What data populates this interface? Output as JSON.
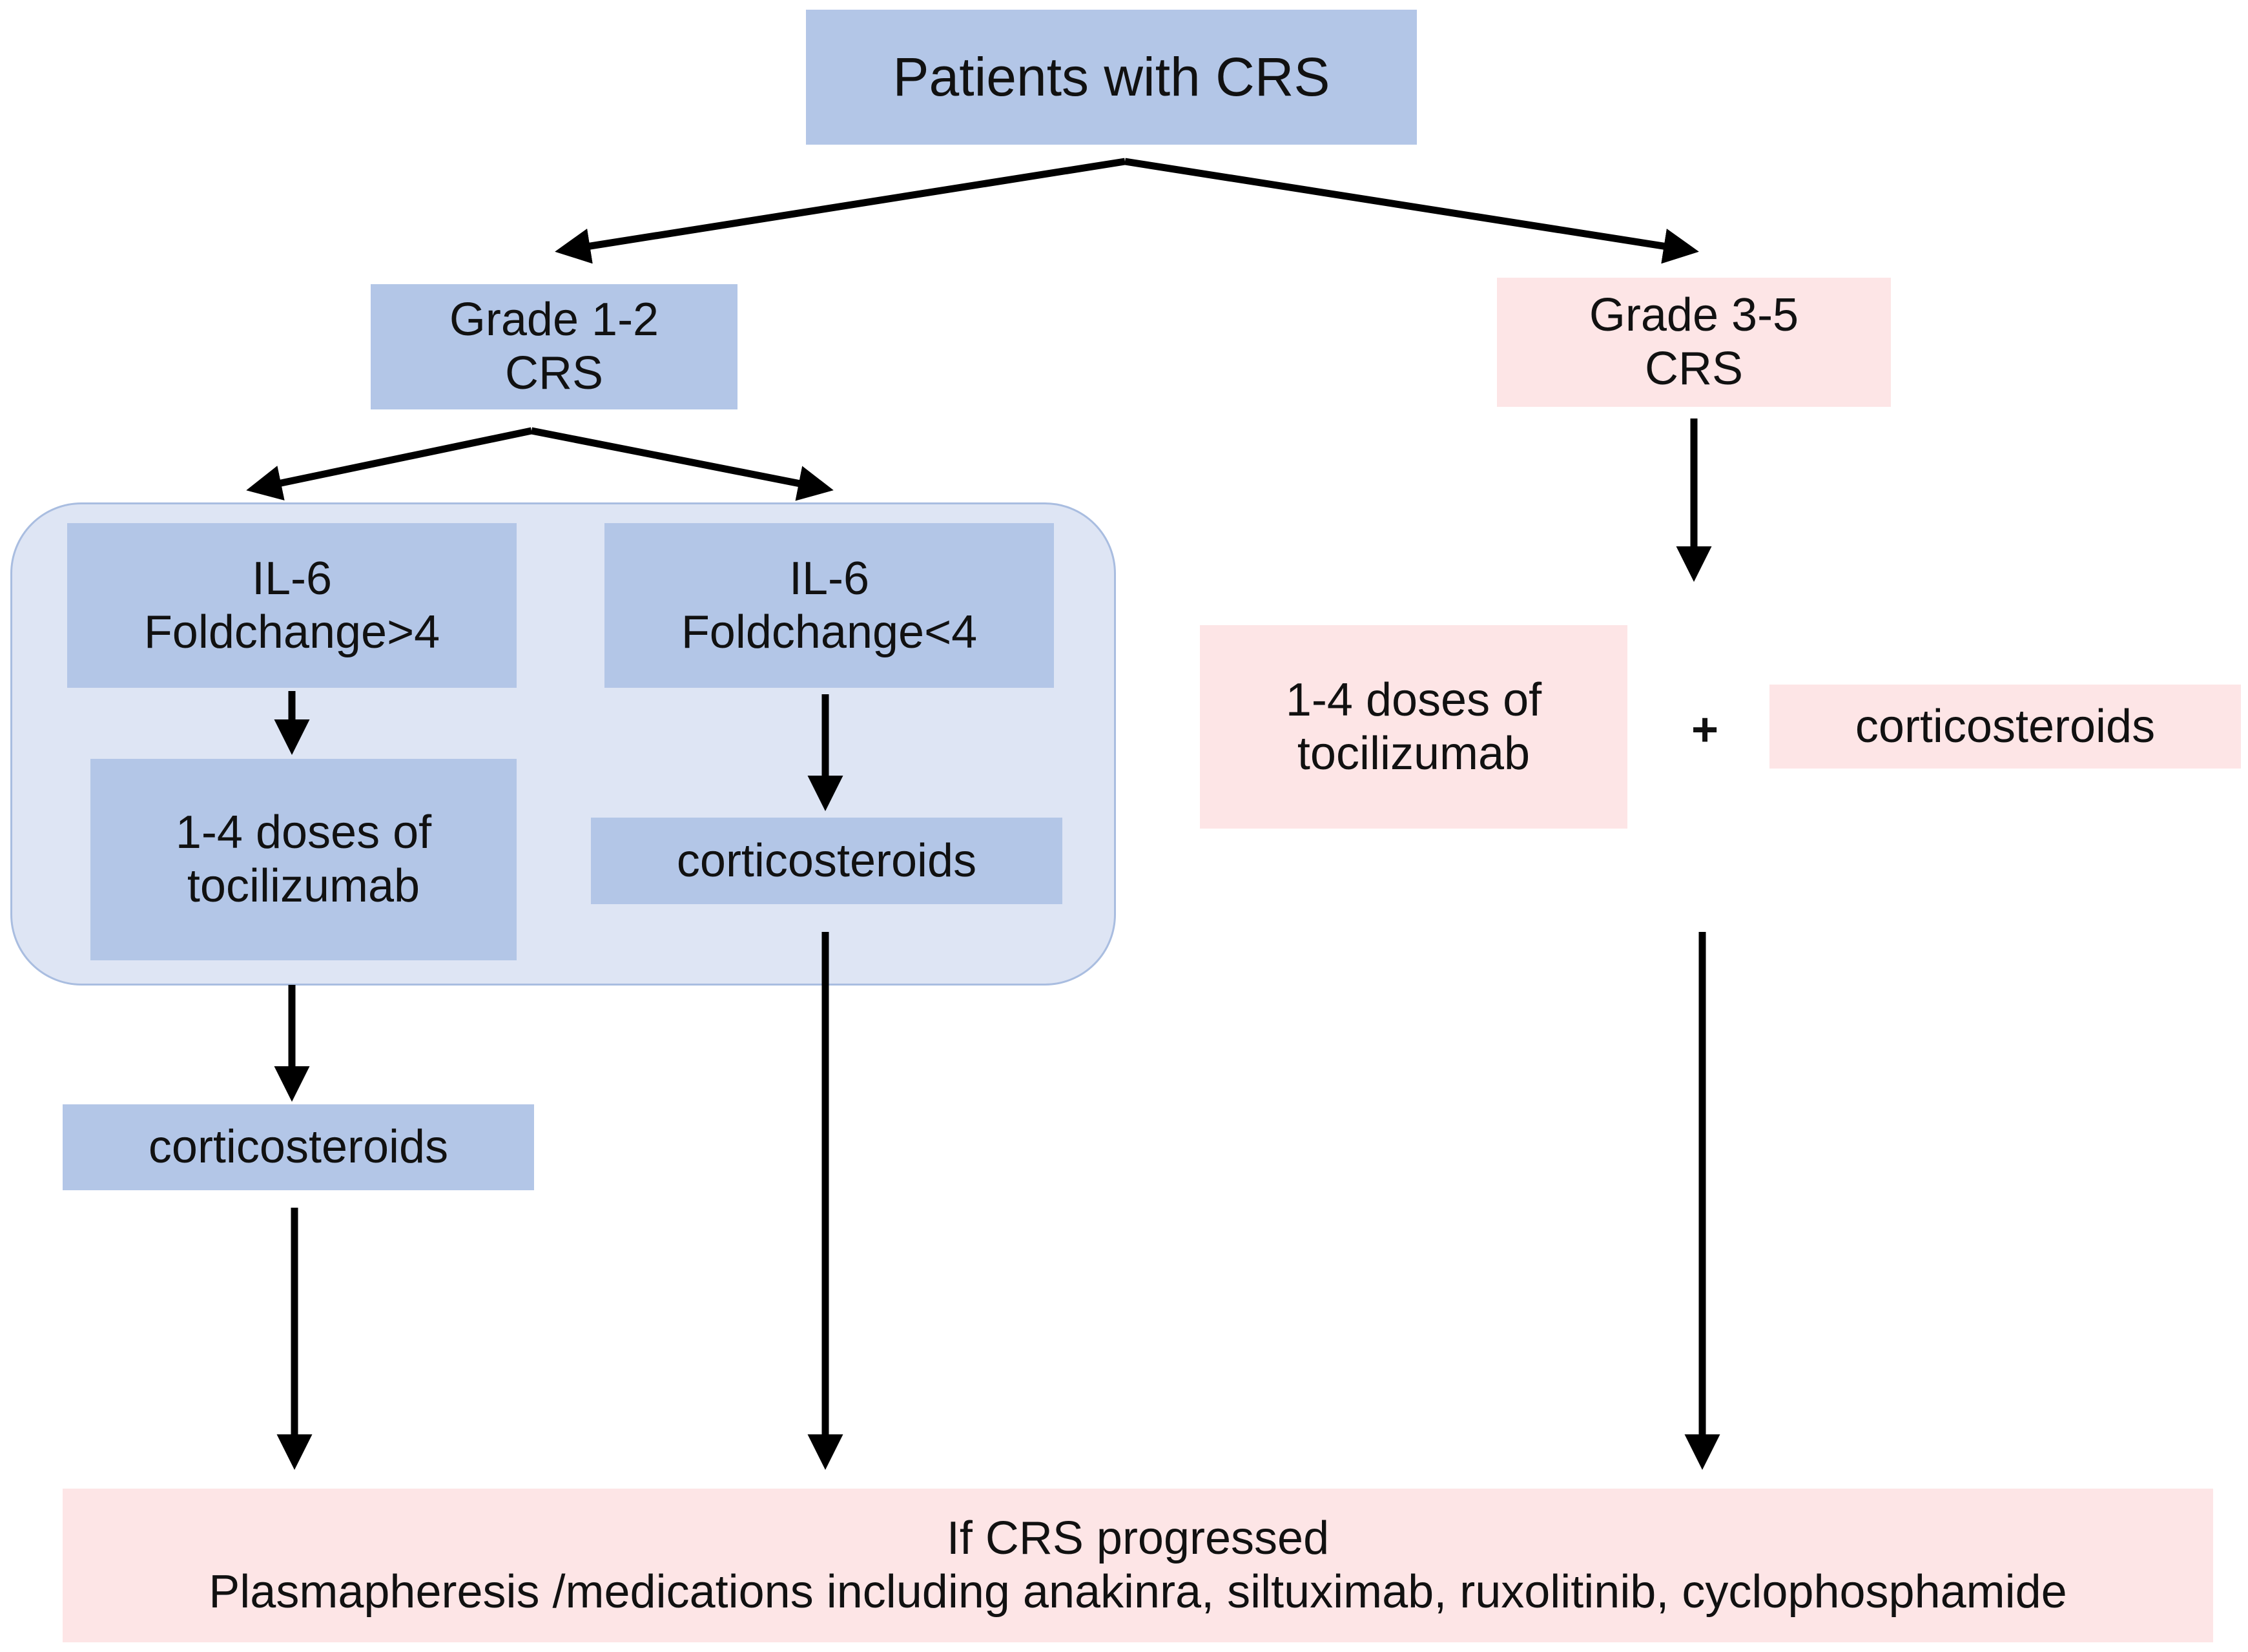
{
  "root": {
    "label": "Patients with CRS"
  },
  "grade_low": {
    "line1": "Grade 1-2",
    "line2": "CRS"
  },
  "grade_high": {
    "line1": "Grade 3-5",
    "line2": "CRS"
  },
  "il6_high": {
    "line1": "IL-6",
    "line2": "Foldchange>4"
  },
  "il6_low": {
    "line1": "IL-6",
    "line2": "Foldchange<4"
  },
  "toci_low": {
    "line1": "1-4 doses of",
    "line2": "tocilizumab"
  },
  "cortico_low_b": {
    "label": "corticosteroids"
  },
  "cortico_low_a": {
    "label": "corticosteroids"
  },
  "toci_high": {
    "line1": "1-4 doses of",
    "line2": "tocilizumab"
  },
  "plus_sign": "+",
  "cortico_high": {
    "label": "corticosteroids"
  },
  "progression": {
    "line1": "If CRS progressed",
    "line2": "Plasmapheresis /medications including anakinra, siltuximab, ruxolitinib, cyclophosphamide"
  },
  "colors": {
    "blue_box": "#b3c6e7",
    "pink_box": "#fde5e6",
    "panel": "#dee5f4",
    "arrow": "#000000"
  }
}
